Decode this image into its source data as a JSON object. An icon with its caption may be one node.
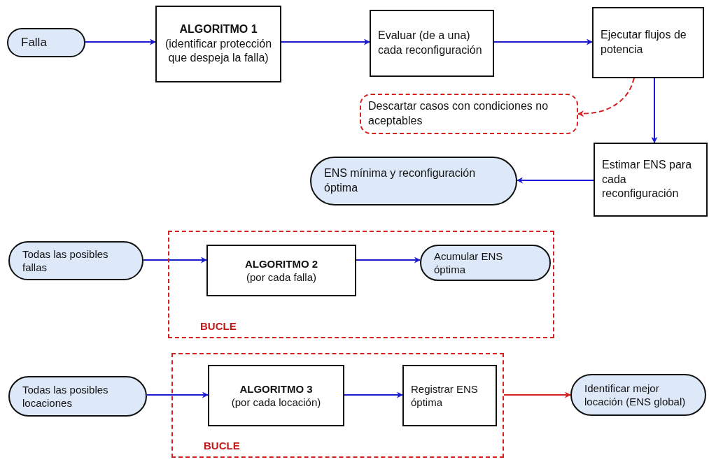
{
  "diagram": {
    "nodes": [
      {
        "text": [
          "Falla"
        ]
      },
      {
        "text": [
          "ALGORITMO 1",
          "(identificar protección que despeja la falla)"
        ]
      },
      {
        "text": [
          "Evaluar (de a una) cada reconfiguración"
        ]
      },
      {
        "text": [
          "Ejecutar flujos de potencia"
        ]
      },
      {
        "text": [
          "Descartar casos con condiciones no aceptables"
        ]
      },
      {
        "text": [
          "Estimar ENS para cada reconfiguración"
        ]
      },
      {
        "text": [
          "ENS mínima y reconfiguración óptima"
        ]
      },
      {
        "text": [
          "BUCLE"
        ]
      },
      {
        "text": [
          "Todas las posibles fallas"
        ]
      },
      {
        "text": [
          "ALGORITMO 2",
          "(por cada falla)"
        ],
        "in": 7
      },
      {
        "text": [
          "Acumular ENS óptima"
        ],
        "in": 7
      },
      {
        "text": [
          "BUCLE"
        ]
      },
      {
        "text": [
          "Todas las posibles locaciones"
        ]
      },
      {
        "text": [
          "ALGORITMO 3",
          "(por cada locación)"
        ],
        "in": 11
      },
      {
        "text": [
          "Registrar ENS óptima"
        ],
        "in": 11
      },
      {
        "text": [
          "Identificar mejor locación (ENS global)"
        ]
      }
    ],
    "edges": [
      {
        "from": 0,
        "to": 1,
        "arrow": "to"
      },
      {
        "from": 1,
        "to": 2,
        "arrow": "to"
      },
      {
        "from": 2,
        "to": 3,
        "arrow": "to"
      },
      {
        "from": 3,
        "to": 5,
        "arrow": "to"
      },
      {
        "from": 3,
        "to": 4,
        "arrow": "to",
        "style": "dashed",
        "color": "#d42020"
      },
      {
        "from": 5,
        "to": 6,
        "arrow": "to"
      },
      {
        "from": 8,
        "to": 9,
        "arrow": "to"
      },
      {
        "from": 9,
        "to": 10,
        "arrow": "to"
      },
      {
        "from": 12,
        "to": 13,
        "arrow": "to"
      },
      {
        "from": 13,
        "to": 14,
        "arrow": "to"
      },
      {
        "from": 11,
        "to": 15,
        "arrow": "to",
        "color": "#d42020"
      }
    ]
  }
}
